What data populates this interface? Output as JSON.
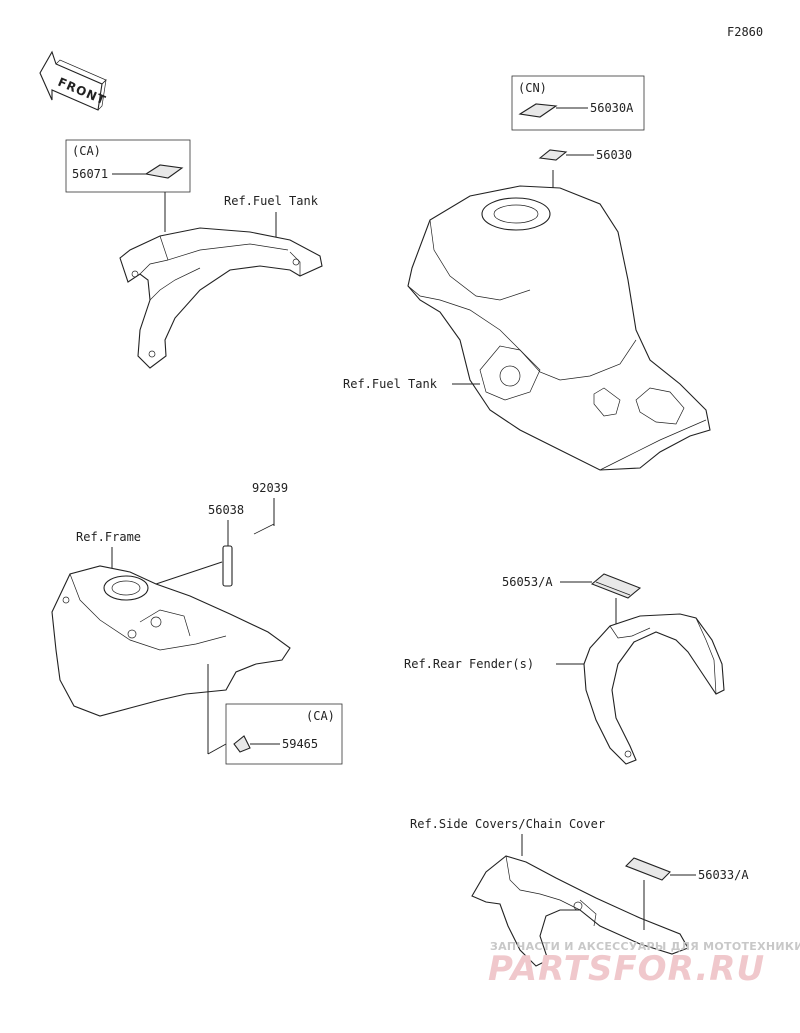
{
  "figure_code": "F2860",
  "front_label": "FRONT",
  "labels": {
    "ca_top": "(CA)",
    "p56071": "56071",
    "ref_fuel_tank_top": "Ref.Fuel Tank",
    "cn": "(CN)",
    "p56030a": "56030A",
    "p56030": "56030",
    "ref_fuel_tank_mid": "Ref.Fuel Tank",
    "p92039": "92039",
    "p56038": "56038",
    "ref_frame": "Ref.Frame",
    "ca_bottom": "(CA)",
    "p59465": "59465",
    "p56053": "56053/A",
    "ref_rear_fender": "Ref.Rear Fender(s)",
    "ref_side_covers": "Ref.Side Covers/Chain Cover",
    "p56033": "56033/A"
  },
  "watermark": {
    "line1": "ЗАПЧАСТИ И АКСЕССУАРЫ ДЛЯ МОТОТЕХНИКИ",
    "line2": "PARTSFOR.RU"
  },
  "colors": {
    "line": "#222222",
    "watermark_text": "#c8c8c8",
    "watermark_logo": "#f0c8cc"
  }
}
